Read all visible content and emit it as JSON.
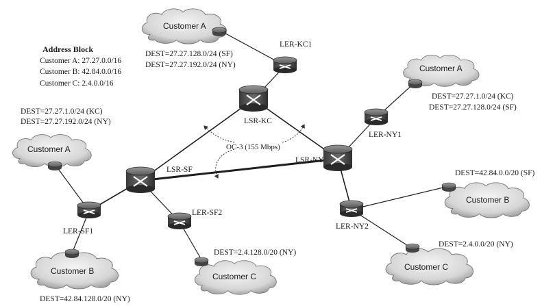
{
  "address_block": {
    "title": "Address Block",
    "lines": [
      "Customer A: 27.27.0.0/16",
      "Customer B: 42.84.0.0/16",
      "Customer C: 2.4.0.0/16"
    ]
  },
  "clouds": {
    "a_top": "Customer A",
    "a_right": "Customer A",
    "a_left": "Customer A",
    "b_left": "Customer B",
    "c_mid": "Customer C",
    "b_right": "Customer B",
    "c_right": "Customer C"
  },
  "nodes": {
    "ler_kc1": "LER-KC1",
    "lsr_kc": "LSR-KC",
    "ler_ny1": "LER-NY1",
    "lsr_ny": "LSR-NY",
    "lsr_sf": "LSR-SF",
    "ler_sf1": "LER-SF1",
    "ler_sf2": "LER-SF2",
    "ler_ny2": "LER-NY2"
  },
  "link_label": "OC-3 (155 Mbps)",
  "dest": {
    "top1": "DEST=27.27.128.0/24 (SF)",
    "top2": "DEST=27.27.192.0/24 (NY)",
    "right1": "DEST=27.27.1.0/24 (KC)",
    "right2": "DEST=27.27.128.0/24 (SF)",
    "left1": "DEST=27.27.1.0/24 (KC)",
    "left2": "DEST=27.27.192.0/24 (NY)",
    "b_right": "DEST=42.84.0.0/20 (SF)",
    "c_right": "DEST=2.4.0.0/20 (NY)",
    "c_mid": "DEST=2.4.128.0/20 (NY)",
    "b_left": "DEST=42.84.128.0/20 (NY)"
  }
}
